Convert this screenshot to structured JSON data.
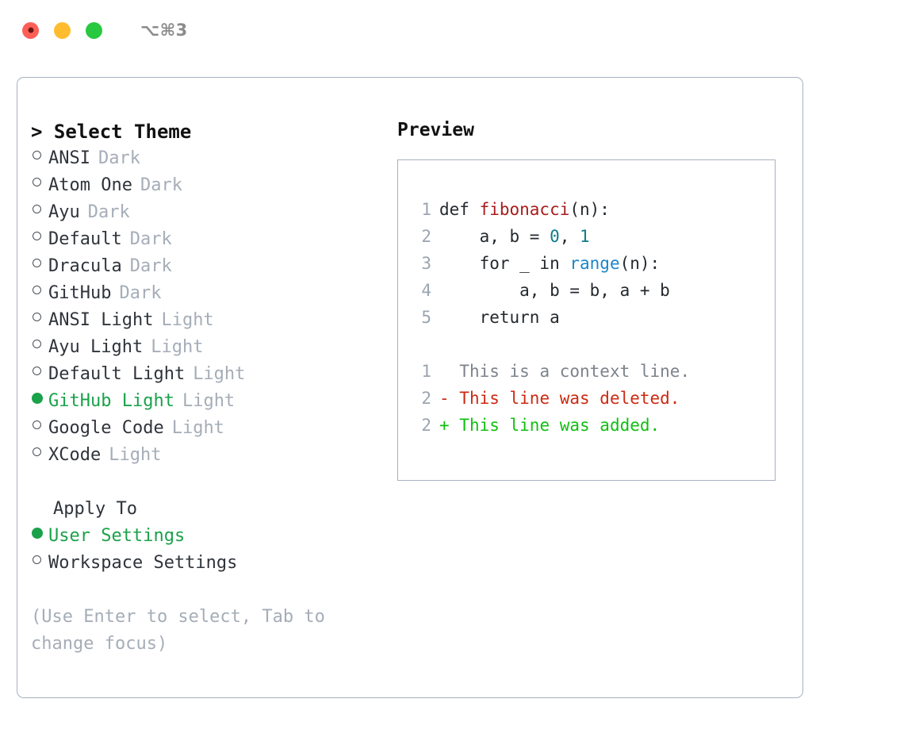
{
  "titlebar": {
    "shortcut": "⌥⌘3",
    "buttons": [
      "close",
      "minimize",
      "maximize"
    ]
  },
  "theme_panel": {
    "title": "> Select Theme",
    "selected_theme": "GitHub Light",
    "items": [
      {
        "name": "ANSI",
        "variant": "Dark",
        "selected": false
      },
      {
        "name": "Atom One",
        "variant": "Dark",
        "selected": false
      },
      {
        "name": "Ayu",
        "variant": "Dark",
        "selected": false
      },
      {
        "name": "Default",
        "variant": "Dark",
        "selected": false
      },
      {
        "name": "Dracula",
        "variant": "Dark",
        "selected": false
      },
      {
        "name": "GitHub",
        "variant": "Dark",
        "selected": false
      },
      {
        "name": "ANSI Light",
        "variant": "Light",
        "selected": false
      },
      {
        "name": "Ayu Light",
        "variant": "Light",
        "selected": false
      },
      {
        "name": "Default Light",
        "variant": "Light",
        "selected": false
      },
      {
        "name": "GitHub Light",
        "variant": "Light",
        "selected": true
      },
      {
        "name": "Google Code",
        "variant": "Light",
        "selected": false
      },
      {
        "name": "XCode",
        "variant": "Light",
        "selected": false
      }
    ]
  },
  "apply_to": {
    "title": "Apply To",
    "selected_option": "User Settings",
    "options": [
      {
        "label": "User Settings",
        "selected": true
      },
      {
        "label": "Workspace Settings",
        "selected": false
      }
    ]
  },
  "hint": "(Use Enter to select, Tab to change focus)",
  "preview": {
    "title": "Preview",
    "code_lines": [
      {
        "no": "1",
        "tokens": [
          {
            "t": "def ",
            "k": "plain"
          },
          {
            "t": "fibonacci",
            "k": "func"
          },
          {
            "t": "(n):",
            "k": "plain"
          }
        ]
      },
      {
        "no": "2",
        "tokens": [
          {
            "t": "    a, b = ",
            "k": "plain"
          },
          {
            "t": "0",
            "k": "num"
          },
          {
            "t": ", ",
            "k": "plain"
          },
          {
            "t": "1",
            "k": "num"
          }
        ]
      },
      {
        "no": "3",
        "tokens": [
          {
            "t": "    for _ in ",
            "k": "plain"
          },
          {
            "t": "range",
            "k": "builtin"
          },
          {
            "t": "(n):",
            "k": "plain"
          }
        ]
      },
      {
        "no": "4",
        "tokens": [
          {
            "t": "        a, b = b, a + b",
            "k": "plain"
          }
        ]
      },
      {
        "no": "5",
        "tokens": [
          {
            "t": "    return a",
            "k": "plain"
          }
        ]
      }
    ],
    "diff_lines": [
      {
        "no": "1",
        "marker": "  ",
        "text": "This is a context line.",
        "kind": "context"
      },
      {
        "no": "2",
        "marker": "- ",
        "text": "This line was deleted.",
        "kind": "del"
      },
      {
        "no": "2",
        "marker": "+ ",
        "text": "This line was added.",
        "kind": "add"
      }
    ]
  },
  "colors": {
    "accent_green": "#1aa24a",
    "diff_add": "#10c010",
    "diff_delete": "#cc2a12",
    "muted": "#a5adb8",
    "border": "#a7b1c0",
    "syntax_function": "#a81c1c",
    "syntax_number": "#0e7c86",
    "syntax_builtin": "#1c85c7"
  }
}
